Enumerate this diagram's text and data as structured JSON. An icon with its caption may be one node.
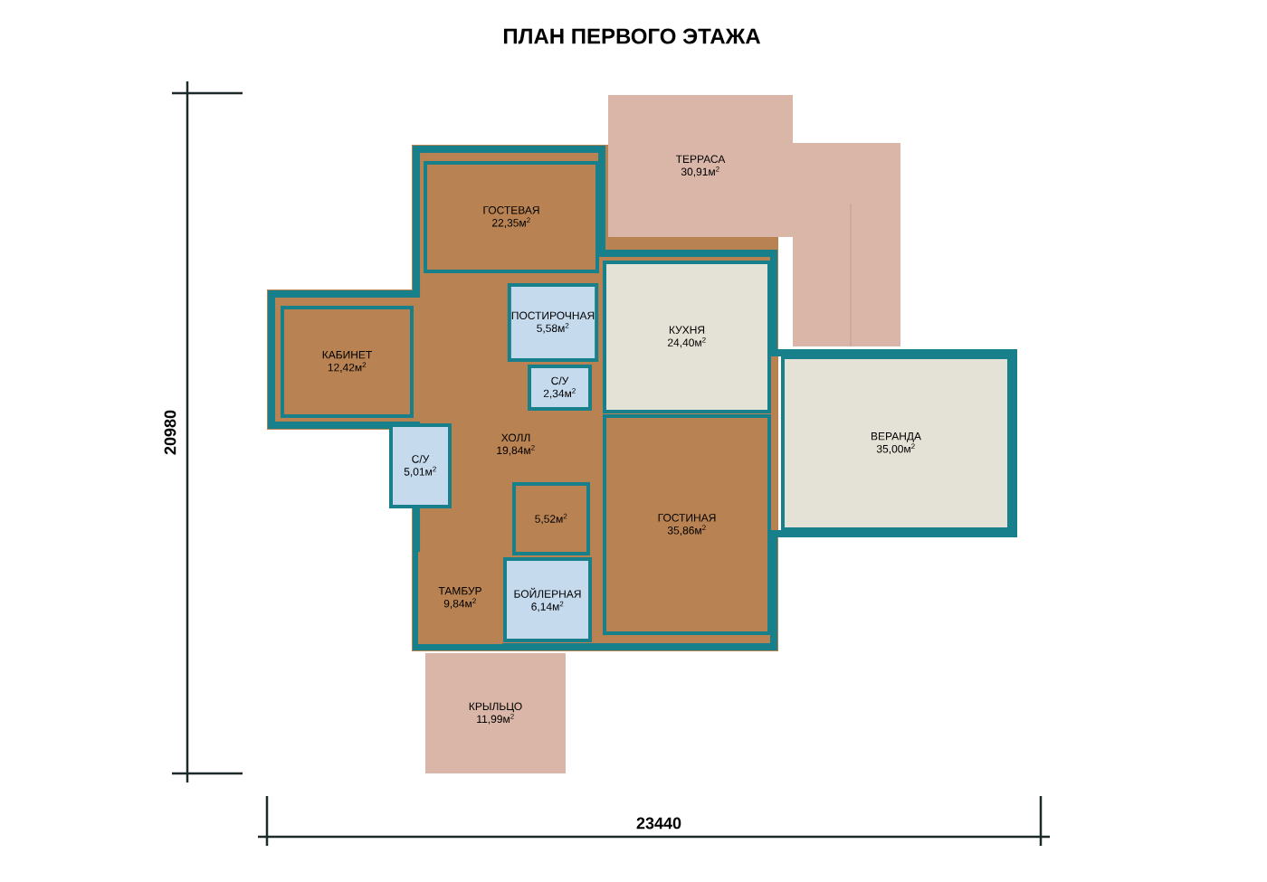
{
  "diagram": {
    "title": "ПЛАН ПЕРВОГО ЭТАЖА",
    "nodes": [
      {
        "text": [
          "ТЕРРАСА",
          "30,91м$^{2}$"
        ]
      },
      {
        "text": [
          "ГОСТЕВАЯ",
          "22,35м$^{2}$"
        ]
      },
      {
        "text": [
          "КАБИНЕТ",
          "12,42м$^{2}$"
        ]
      },
      {
        "text": [
          "ПОСТИРОЧНАЯ",
          "5,58м$^{2}$"
        ]
      },
      {
        "text": [
          "КУХНЯ",
          "24,40м$^{2}$"
        ]
      },
      {
        "text": [
          "С/У",
          "2,34м$^{2}$"
        ]
      },
      {
        "text": [
          "ВЕРАНДА",
          "35,00м$^{2}$"
        ]
      },
      {
        "text": [
          "ХОЛЛ",
          "19,84м$^{2}$"
        ]
      },
      {
        "text": [
          "ГОСТИНАЯ",
          "35,86м$^{2}$"
        ]
      },
      {
        "text": [
          "С/У",
          "5,01м$^{2}$"
        ]
      },
      {
        "text": [
          "5,52м$^{2}$"
        ]
      },
      {
        "text": [
          "ТАМБУР",
          "9,84м$^{2}$"
        ]
      },
      {
        "text": [
          "БОЙЛЕРНАЯ",
          "6,14м$^{2}$"
        ]
      },
      {
        "text": [
          "КРЫЛЬЦО",
          "11,99м$^{2}$"
        ]
      }
    ],
    "labels": [
      "20980",
      "23440"
    ]
  }
}
